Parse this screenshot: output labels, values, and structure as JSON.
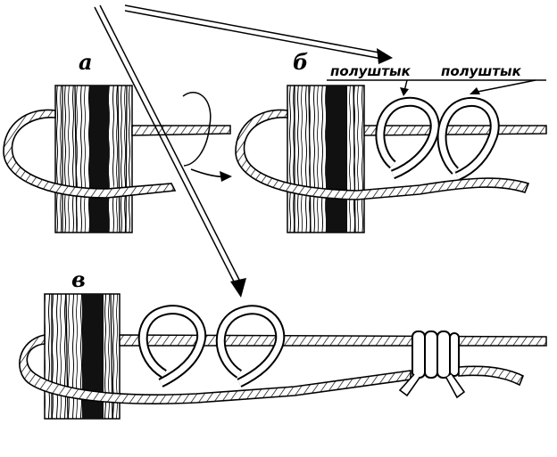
{
  "panels": {
    "a": {
      "letter": "а"
    },
    "b": {
      "letter": "б"
    },
    "c": {
      "letter": "в"
    }
  },
  "callouts": {
    "left": "полуштык",
    "right": "полуштык"
  },
  "colors": {
    "ink": "#000000",
    "paper": "#ffffff",
    "rope_fill": "#ffffff"
  }
}
